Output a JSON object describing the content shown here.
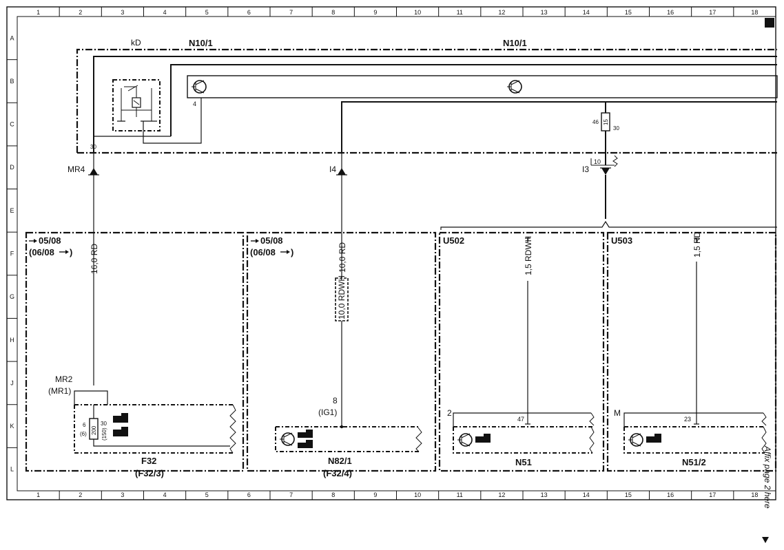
{
  "grid": {
    "columns": [
      "1",
      "2",
      "3",
      "4",
      "5",
      "6",
      "7",
      "8",
      "9",
      "10",
      "11",
      "12",
      "13",
      "14",
      "15",
      "16",
      "17",
      "18"
    ],
    "rows": [
      "A",
      "B",
      "C",
      "D",
      "E",
      "F",
      "G",
      "H",
      "J",
      "K",
      "L"
    ]
  },
  "top_components": {
    "kd_label": "kD",
    "n10_1_left": "N10/1",
    "n10_1_right": "N10/1",
    "pin_4": "4",
    "pin_30": "30",
    "fuse_pins": {
      "left": "46",
      "value": "15",
      "right": "30"
    },
    "pin_10": "10"
  },
  "connectors": {
    "mr4": "MR4",
    "i4": "I4",
    "i3": "I3"
  },
  "blocks": {
    "f32": {
      "date_from": "05/08",
      "date_to": "(06/08",
      "wire": "16,0 RD",
      "conn": "MR2",
      "conn_alt": "(MR1)",
      "pin_left": "6",
      "pin_left_alt": "(6)",
      "fuse_value": "200",
      "pin_right": "30",
      "pin_right_alt": "(150)",
      "name": "F32",
      "name_alt": "(F32/3)"
    },
    "n82_1": {
      "date_from": "05/08",
      "date_to": "(06/08",
      "wire": "10,0 RD",
      "wire_box": "10,0 RDWH",
      "pin": "8",
      "pin_alt": "(IG1)",
      "name": "N82/1",
      "name_alt": "(F32/4)"
    },
    "n51": {
      "group": "U502",
      "wire": "1,5 RDWH",
      "pin_left": "2",
      "pin": "47",
      "name": "N51"
    },
    "n51_2": {
      "group": "U503",
      "wire": "1,5 RD",
      "pin_left": "M",
      "pin": "23",
      "name": "N51/2"
    }
  },
  "margin_note": "Affix page 2 here"
}
